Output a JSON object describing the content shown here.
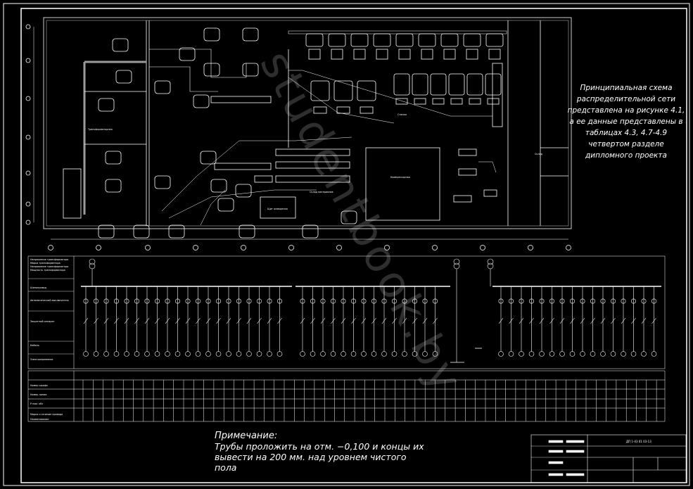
{
  "note_right": "Принципиальная схема распределительной сети представлена на рисунке 4.1, а ее данные представлены в таблицах 4.3, 4.7-4.9 четвертом разделе дипломного проекта",
  "note_bottom": {
    "heading": "Примечание:",
    "text": "Трубы проложить на отм. −0,100 и концы их вывести на 200 мм. над уровнем чистого пола"
  },
  "watermark": "studentbook.by",
  "title_block_code": "ДП 1-43 01 03-13",
  "plan_labels": [
    "Склад",
    "Щит освещения",
    "Компрессорная",
    "Трансформаторная",
    "Склад материалов",
    "Станки"
  ],
  "scheme_header_rows": [
    "Напряжение трансформатора",
    "Марка трансформатора",
    "Напряжение трансформатора",
    "Мощность трансформатора",
    "Шинопровод",
    "Автоматический выключатель",
    "Защитный аппарат",
    "Кабель",
    "Электроприемник"
  ],
  "table_row_labels": [
    "Номер шкафа",
    "Номер линии",
    "Р ном. кВт",
    "Марка и сечение провода",
    "Наименование"
  ],
  "colors": {
    "background": "#000000",
    "lines": "#ffffff",
    "grey": "#9a9a9a"
  }
}
